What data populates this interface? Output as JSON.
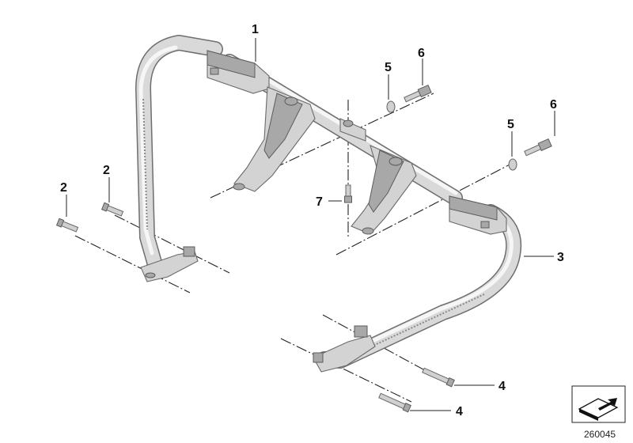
{
  "callouts": {
    "c1": "1",
    "c2a": "2",
    "c2b": "2",
    "c3": "3",
    "c4a": "4",
    "c4b": "4",
    "c5a": "5",
    "c5b": "5",
    "c6a": "6",
    "c6b": "6",
    "c7": "7"
  },
  "diagram_id": "260045",
  "icons": {
    "navigation": "direction-arrow-icon"
  },
  "colors": {
    "metal": "#d9d9d9",
    "metal_edge": "#6e6e6e",
    "line": "#222222"
  }
}
